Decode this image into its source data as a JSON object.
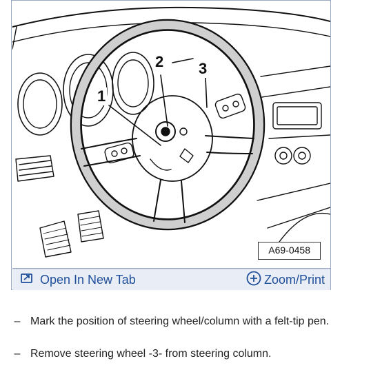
{
  "figure": {
    "callouts": [
      "1",
      "2",
      "3"
    ],
    "code": "A69-0458",
    "open_tab_label": "Open In New Tab",
    "zoom_print_label": "Zoom/Print",
    "icons": {
      "open_tab": "external-link-icon",
      "zoom": "plus-circle-icon"
    }
  },
  "steps": [
    {
      "dash": "–",
      "text": "Mark the position of steering wheel/column with a felt-tip pen."
    },
    {
      "dash": "–",
      "text": "Remove steering wheel -3- from steering column."
    }
  ],
  "colors": {
    "link": "#1f4e9a",
    "bar_bg": "#e9eef6",
    "border": "#9aa9c4"
  }
}
